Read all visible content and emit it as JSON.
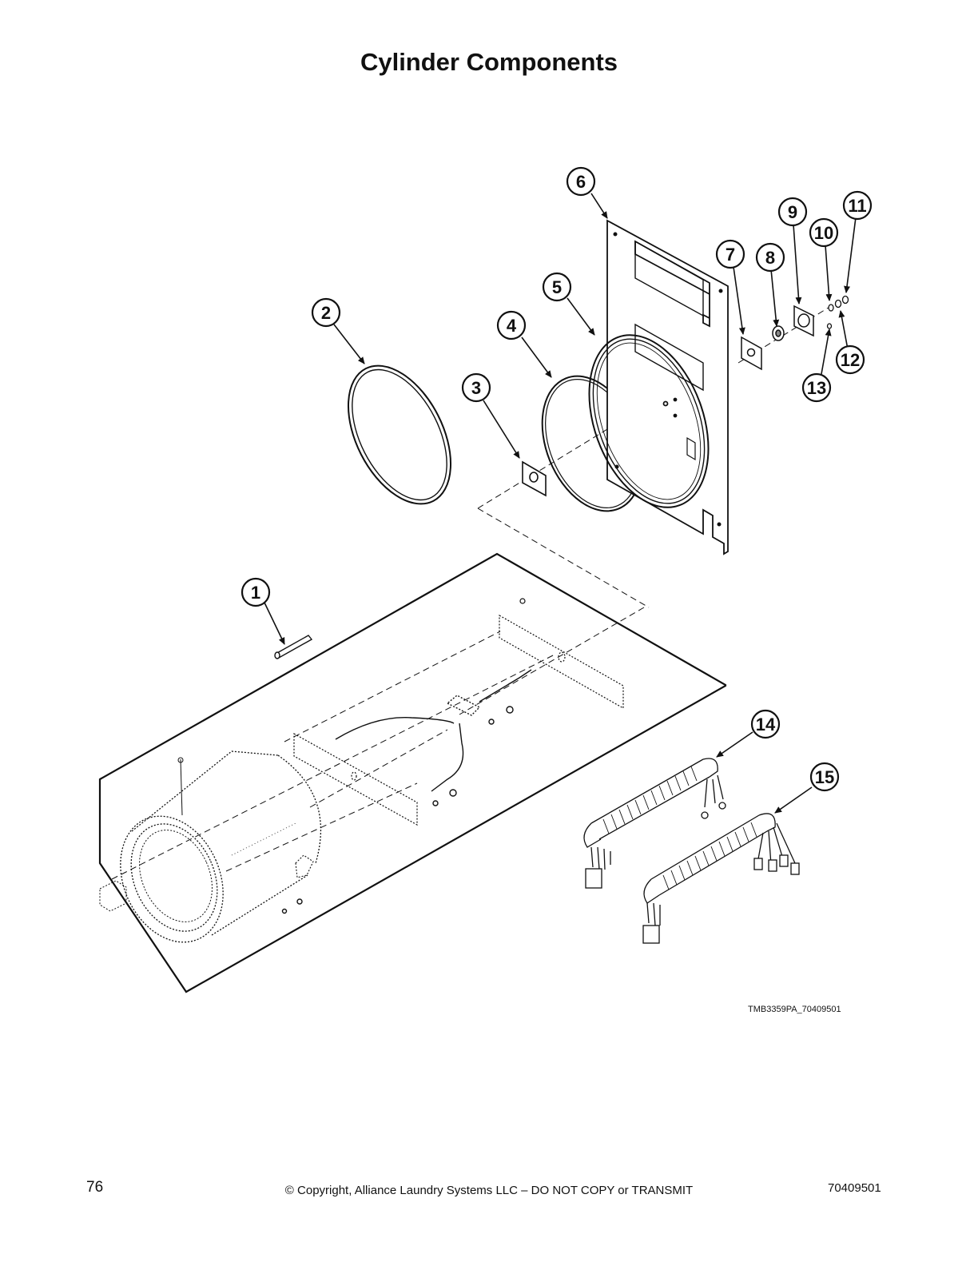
{
  "page": {
    "title": "Cylinder Components",
    "figure_ref": "TMB3359PA_70409501",
    "footer": {
      "page_number": "76",
      "copyright": "© Copyright, Alliance Laundry Systems LLC – DO NOT COPY or TRANSMIT",
      "doc_number": "70409501"
    }
  },
  "callouts": [
    "1",
    "2",
    "3",
    "4",
    "5",
    "6",
    "7",
    "8",
    "9",
    "10",
    "11",
    "12",
    "13",
    "14",
    "15"
  ],
  "colors": {
    "line": "#111111",
    "background": "#ffffff"
  }
}
